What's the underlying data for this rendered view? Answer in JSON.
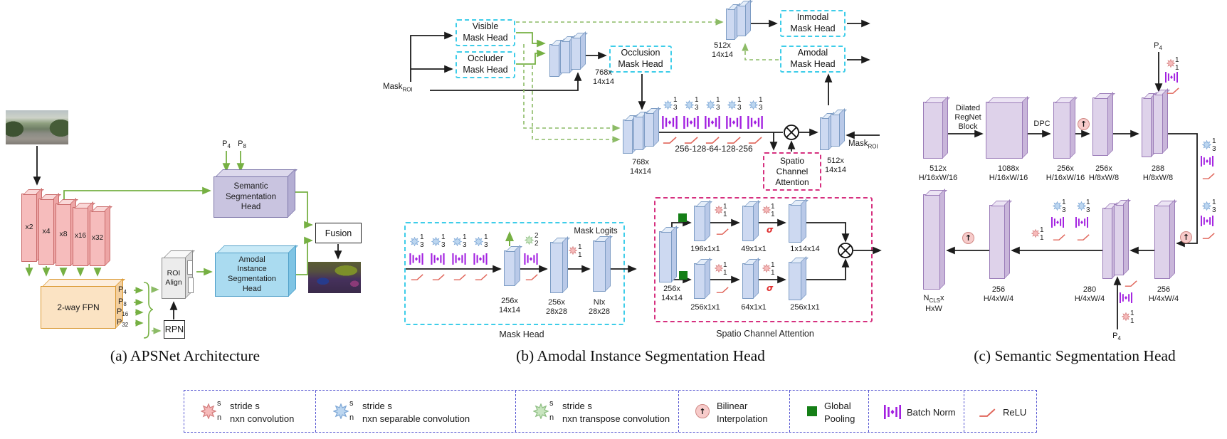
{
  "captions": {
    "a": "(a) APSNet Architecture",
    "b": "(b) Amodal Instance Segmentation Head",
    "c": "(c) Semantic Segmentation Head"
  },
  "part_a": {
    "encoder": [
      "x2",
      "x4",
      "x8",
      "x16",
      "x32"
    ],
    "fpn": "2-way FPN",
    "fpn_outputs": [
      {
        "base": "P",
        "sub": "4"
      },
      {
        "base": "P",
        "sub": "8"
      },
      {
        "base": "P",
        "sub": "16"
      },
      {
        "base": "P",
        "sub": "32"
      }
    ],
    "roi_align": "ROI\nAlign",
    "rpn": "RPN",
    "semantic_head": "Semantic\nSegmentation\nHead",
    "amodal_head": "Amodal\nInstance\nSegmentation\nHead",
    "fusion": "Fusion",
    "p4": {
      "base": "P",
      "sub": "4"
    },
    "p8": {
      "base": "P",
      "sub": "8"
    }
  },
  "part_b": {
    "mask_roi": {
      "base": "Mask",
      "sub": "ROI"
    },
    "visible": "Visible\nMask Head",
    "occluder": "Occluder\nMask Head",
    "occlusion": "Occlusion\nMask Head",
    "inmodal": "Inmodal\nMask Head",
    "amodal": "Amodal\nMask Head",
    "block1": "768x\n14x14",
    "block2": "768x\n14x14",
    "block_top": "512x\n14x14",
    "block_right": "512x\n14x14",
    "conv_seq": "256-128-64-128-256",
    "sca_small": "Spatio\nChannel\nAttention",
    "mask_head": {
      "caption": "Mask Head",
      "logits": "Mask Logits",
      "b1": "256x\n14x14",
      "b2": "256x\n28x28",
      "b3": "NIx\n28x28"
    },
    "sca": {
      "caption": "Spatio Channel Attention",
      "input": "256x\n14x14",
      "t1": "196x1x1",
      "t2": "49x1x1",
      "t3": "1x14x14",
      "b1": "256x1x1",
      "b2": "64x1x1",
      "b3": "256x1x1"
    }
  },
  "part_c": {
    "c1": "512x\nH/16xW/16",
    "c2": "1088x\nH/16xW/16",
    "c3": "256x\nH/16xW/16",
    "c4": "256x\nH/8xW/8",
    "c5": "288\nH/8xW/8",
    "c6": "256\nH/4xW/4",
    "c7": "280\nH/4xW/4",
    "c8": "256\nH/4xW/4",
    "ncls": {
      "base": "N",
      "sub": "CLS",
      "suffix": "x",
      "line2": "HxW"
    },
    "dilated": "Dilated\nRegNet\nBlock",
    "dpc": "DPC",
    "p4_top": {
      "base": "P",
      "sub": "4"
    },
    "p4_bottom": {
      "base": "P",
      "sub": "4"
    }
  },
  "icons": {
    "s1n1": {
      "s": "1",
      "n": "1"
    },
    "s1n3": {
      "s": "1",
      "n": "3"
    },
    "s2n2": {
      "s": "2",
      "n": "2"
    },
    "sigma": "σ"
  },
  "legend": {
    "conv": {
      "s": "s",
      "n": "n",
      "label": "stride s\nnxn convolution"
    },
    "sep": {
      "s": "s",
      "n": "n",
      "label": "stride s\nnxn separable convolution"
    },
    "tconv": {
      "s": "s",
      "n": "n",
      "label": "stride s\nnxn transpose convolution"
    },
    "bilinear": "Bilinear\nInterpolation",
    "pooling": "Global\nPooling",
    "bn": "Batch Norm",
    "relu": "ReLU"
  },
  "colors": {
    "cyan_dashed": "#3ecde9",
    "magenta_dashed": "#d6307f",
    "green_arrow": "#76b043",
    "green_dashed": "#8cbb66",
    "legend_border": "#5353d1",
    "batch_norm": "#a21fe0",
    "relu": "#e0655a",
    "conv": "#f6baba",
    "separable_conv": "#bcd6f0",
    "transpose_conv": "#c8e5bf",
    "global_pooling": "#157f17",
    "bilinear": "#f7cbca",
    "blue_block": "#cdd9f1",
    "purple_block": "#ded2ea"
  }
}
